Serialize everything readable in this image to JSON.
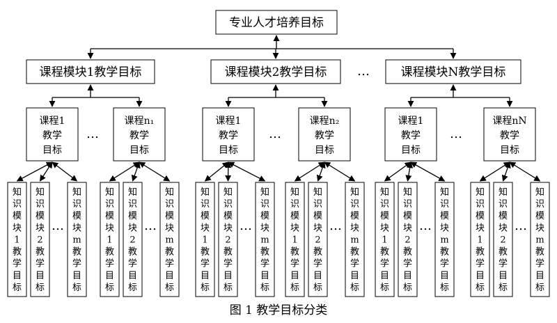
{
  "root": {
    "label": "专业人才培养目标"
  },
  "courseModules": [
    {
      "label": "课程模块1教学目标",
      "courses": [
        {
          "label_l1": "课程1",
          "label_l2": "教学",
          "label_l3": "目标"
        },
        {
          "label_l1": "课程n₁",
          "label_l2": "教学",
          "label_l3": "目标"
        }
      ]
    },
    {
      "label": "课程模块2教学目标",
      "courses": [
        {
          "label_l1": "课程1",
          "label_l2": "教学",
          "label_l3": "目标"
        },
        {
          "label_l1": "课程n₂",
          "label_l2": "教学",
          "label_l3": "目标"
        }
      ]
    },
    {
      "label": "课程模块N教学目标",
      "courses": [
        {
          "label_l1": "课程1",
          "label_l2": "教学",
          "label_l3": "目标"
        },
        {
          "label_l1": "课程nN",
          "label_l2": "教学",
          "label_l3": "目标"
        }
      ]
    }
  ],
  "knowledgeModules": [
    "知识模块1教学目标",
    "知识模块2教学目标",
    "知识模块m教学目标"
  ],
  "ellipsis": "…",
  "caption": "图 1 教学目标分类"
}
